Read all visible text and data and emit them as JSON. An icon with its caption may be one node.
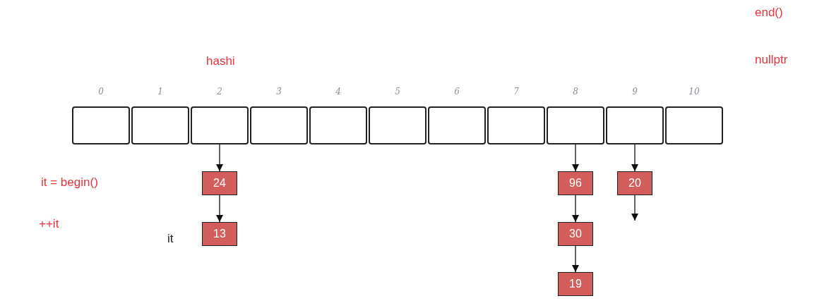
{
  "diagram": {
    "nodes": [
      {
        "text": [],
        "shape": "box",
        "beside": [
          "0"
        ]
      },
      {
        "text": [],
        "shape": "box",
        "beside": [
          "1"
        ]
      },
      {
        "text": [],
        "shape": "box",
        "beside": [
          "2"
        ]
      },
      {
        "text": [],
        "shape": "box",
        "beside": [
          "3"
        ]
      },
      {
        "text": [],
        "shape": "box",
        "beside": [
          "4"
        ]
      },
      {
        "text": [],
        "shape": "box",
        "beside": [
          "5"
        ]
      },
      {
        "text": [],
        "shape": "box",
        "beside": [
          "6"
        ]
      },
      {
        "text": [],
        "shape": "box",
        "beside": [
          "7"
        ]
      },
      {
        "text": [],
        "shape": "box",
        "beside": [
          "8"
        ]
      },
      {
        "text": [],
        "shape": "box",
        "beside": [
          "9"
        ]
      },
      {
        "text": [],
        "shape": "box",
        "beside": [
          "10"
        ]
      },
      {
        "text": [
          "24"
        ]
      },
      {
        "text": [
          "13"
        ]
      },
      {
        "text": [
          "96"
        ]
      },
      {
        "text": [
          "30"
        ]
      },
      {
        "text": [
          "19"
        ]
      },
      {
        "text": [
          "20"
        ]
      }
    ],
    "edges": [
      {
        "from": 2,
        "to": 11,
        "arrow": "to"
      },
      {
        "from": 11,
        "to": 12,
        "arrow": "to"
      },
      {
        "from": 8,
        "to": 13,
        "arrow": "to"
      },
      {
        "from": 13,
        "to": 14,
        "arrow": "to"
      },
      {
        "from": 14,
        "to": 15,
        "arrow": "to"
      },
      {
        "from": 9,
        "to": 16,
        "arrow": "to"
      },
      {
        "from": 16,
        "to": null,
        "arrow": "to"
      }
    ],
    "labels": [
      "end()",
      "hashi",
      "nullptr",
      "it = begin()",
      "++it",
      "it"
    ]
  }
}
